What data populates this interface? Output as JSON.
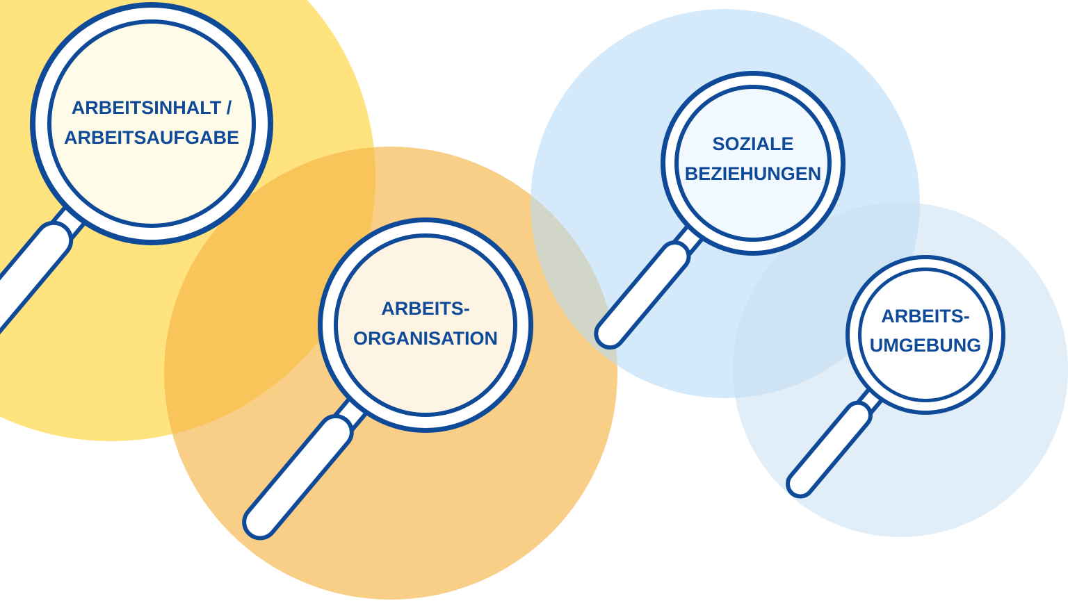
{
  "colors": {
    "stroke": "#0f4a99",
    "text": "#0f4a99",
    "yellow": "#ffe37e",
    "orange": "#f6b547",
    "light_blue": "#b8dcf6",
    "pale_blue": "#c9def0"
  },
  "topics": [
    {
      "id": "arbeitsinhalt",
      "lines": [
        "ARBEITSINHALT /",
        "ARBEITSAUFGABE"
      ],
      "icon": "magnifier-icon",
      "color": "yellow"
    },
    {
      "id": "arbeitsorganisation",
      "lines": [
        "ARBEITS-",
        "ORGANISATION"
      ],
      "icon": "magnifier-icon",
      "color": "orange"
    },
    {
      "id": "soziale-beziehungen",
      "lines": [
        "SOZIALE",
        "BEZIEHUNGEN"
      ],
      "icon": "magnifier-icon",
      "color": "light_blue"
    },
    {
      "id": "arbeitsumgebung",
      "lines": [
        "ARBEITS-",
        "UMGEBUNG"
      ],
      "icon": "magnifier-icon",
      "color": "pale_blue"
    }
  ]
}
